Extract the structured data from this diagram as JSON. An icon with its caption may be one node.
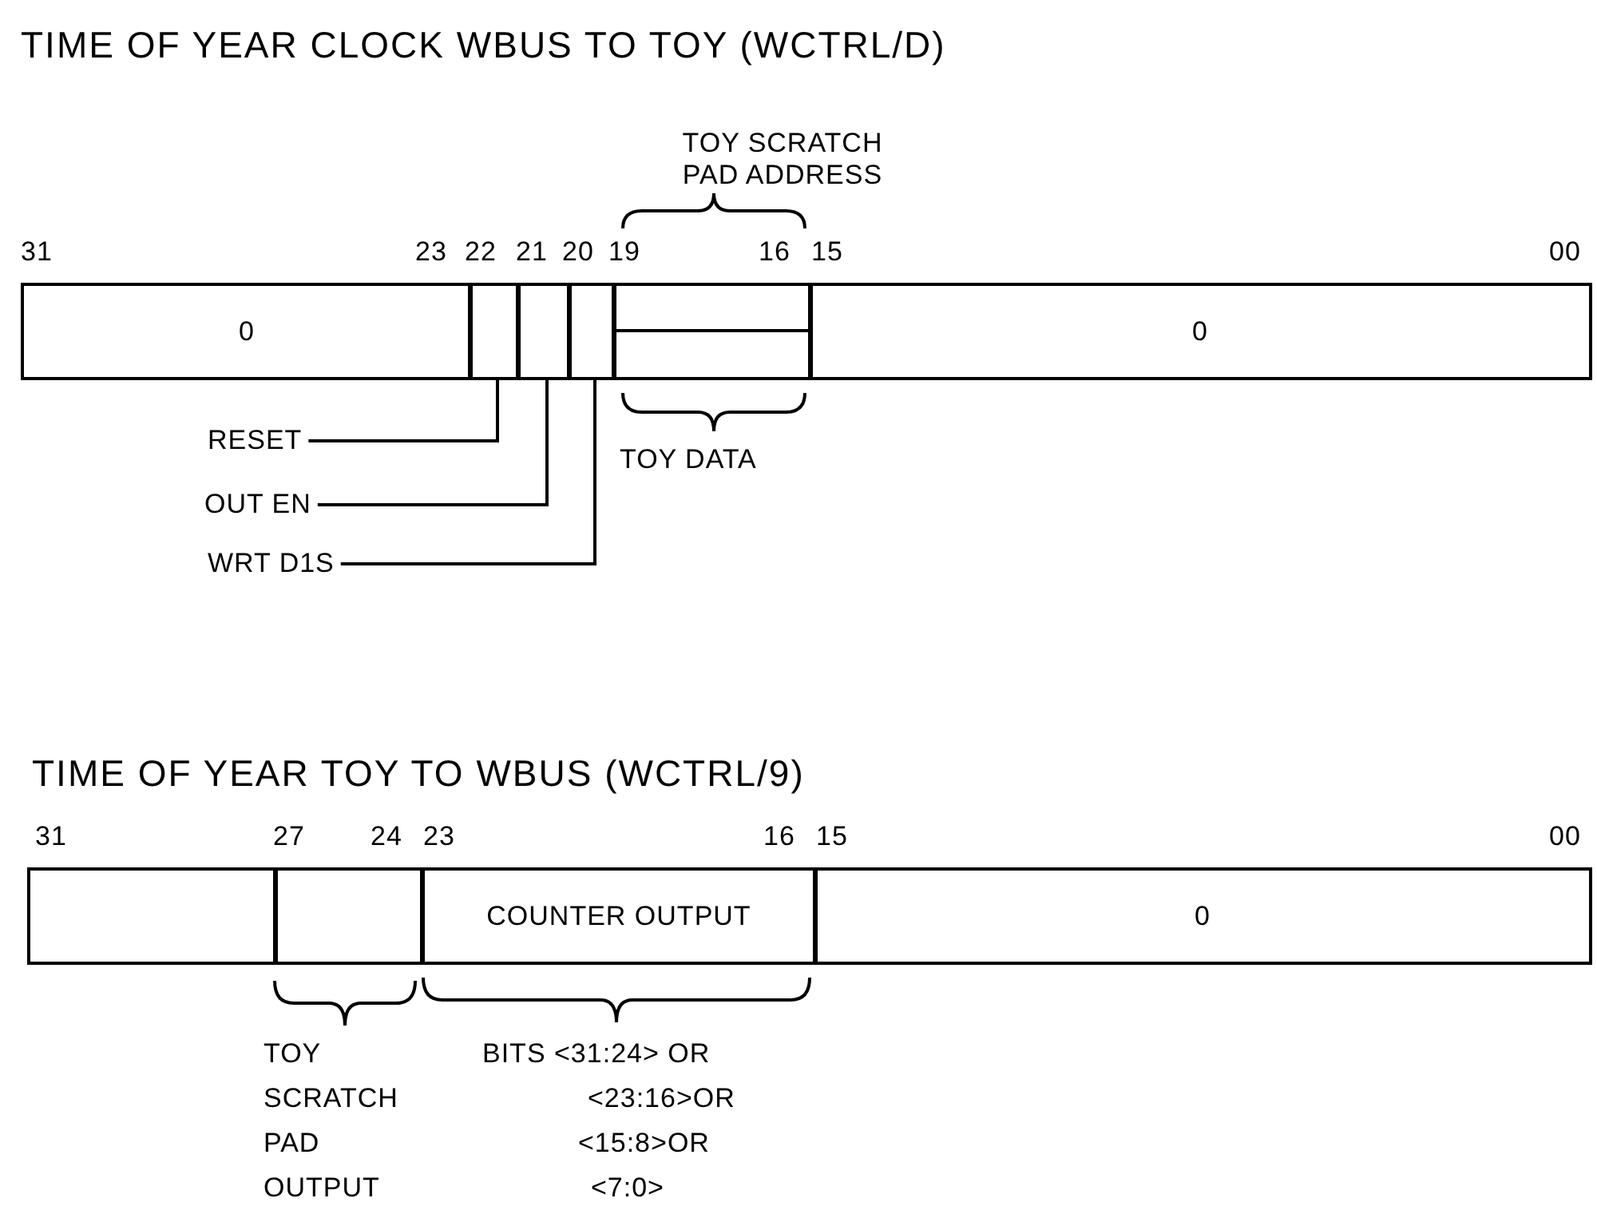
{
  "diagram": {
    "nodes": [
      {
        "text": [
          "0"
        ]
      },
      {
        "text": [],
        "shape": "box"
      },
      {
        "text": [],
        "shape": "box"
      },
      {
        "text": [],
        "shape": "box"
      },
      {
        "text": [],
        "shape": "box"
      },
      {
        "text": [],
        "shape": "box"
      },
      {
        "text": [
          "0"
        ]
      },
      {
        "text": [
          "RESET"
        ]
      },
      {
        "text": [
          "OUT EN"
        ]
      },
      {
        "text": [
          "WRT D1S"
        ]
      },
      {
        "text": [],
        "shape": "box"
      },
      {
        "text": [],
        "shape": "box"
      },
      {
        "text": [
          "COUNTER OUTPUT"
        ]
      },
      {
        "text": [
          "0"
        ]
      }
    ],
    "edges": [
      {
        "from": 7,
        "to": 1,
        "arrow": "none"
      },
      {
        "from": 8,
        "to": 2,
        "arrow": "none"
      },
      {
        "from": 9,
        "to": 3,
        "arrow": "none"
      }
    ],
    "labels": [
      "TIME OF YEAR CLOCK WBUS TO TOY (WCTRL/D)",
      "TOY SCRATCH PAD ADDRESS",
      "31",
      "23",
      "22",
      "21",
      "20",
      "19",
      "16",
      "15",
      "00",
      "TOY DATA",
      "TIME OF YEAR TOY TO WBUS (WCTRL/9)",
      "31",
      "27",
      "24",
      "23",
      "16",
      "15",
      "00",
      "TOY SCRATCH PAD OUTPUT",
      "BITS <31:24> OR",
      "<23:16>OR",
      "<15:8>OR",
      "<7:0>"
    ]
  }
}
